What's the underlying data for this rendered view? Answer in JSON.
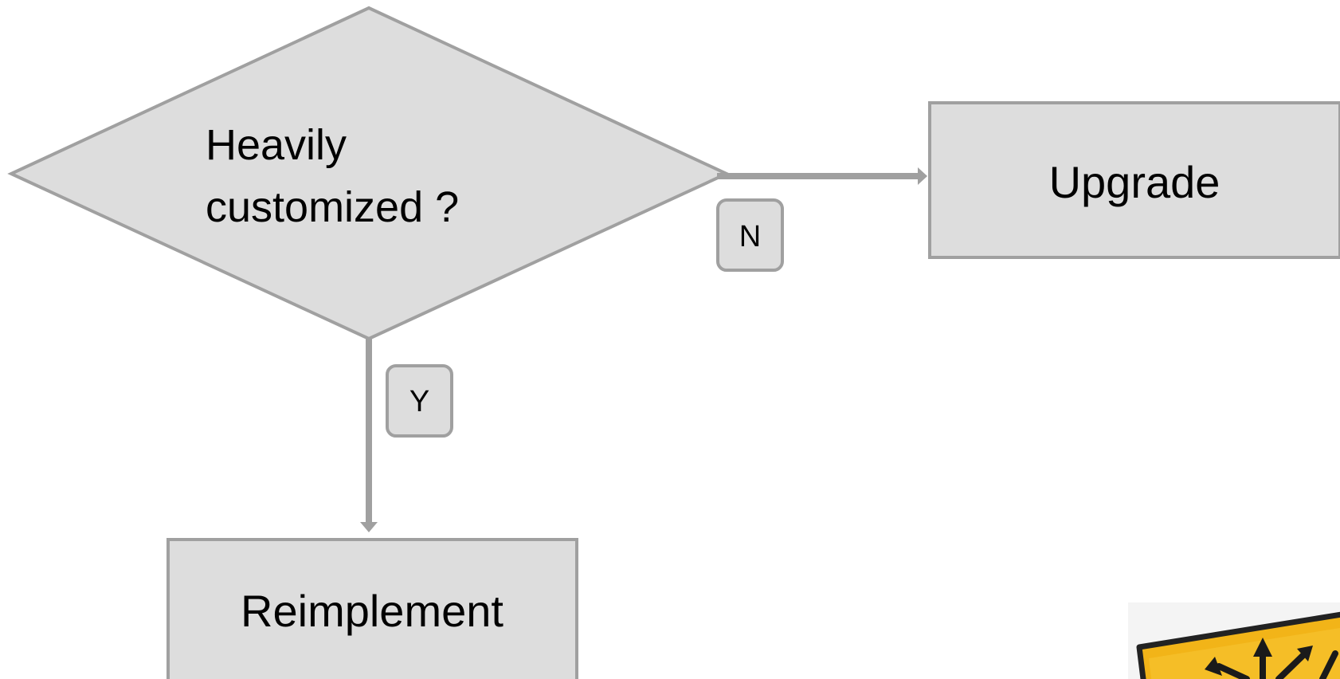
{
  "decision": {
    "line1": "Heavily",
    "line2": "customized ?"
  },
  "outcomes": {
    "no": {
      "label": "N",
      "target": "Upgrade"
    },
    "yes": {
      "label": "Y",
      "target": "Reimplement"
    }
  },
  "colors": {
    "shape_fill": "#dddddd",
    "shape_stroke": "#a0a0a0",
    "connector": "#a0a0a0",
    "sign_yellow": "#f2b418",
    "sign_border": "#222222"
  },
  "icons": {
    "corner_image": "road-sign-arrows-icon"
  }
}
